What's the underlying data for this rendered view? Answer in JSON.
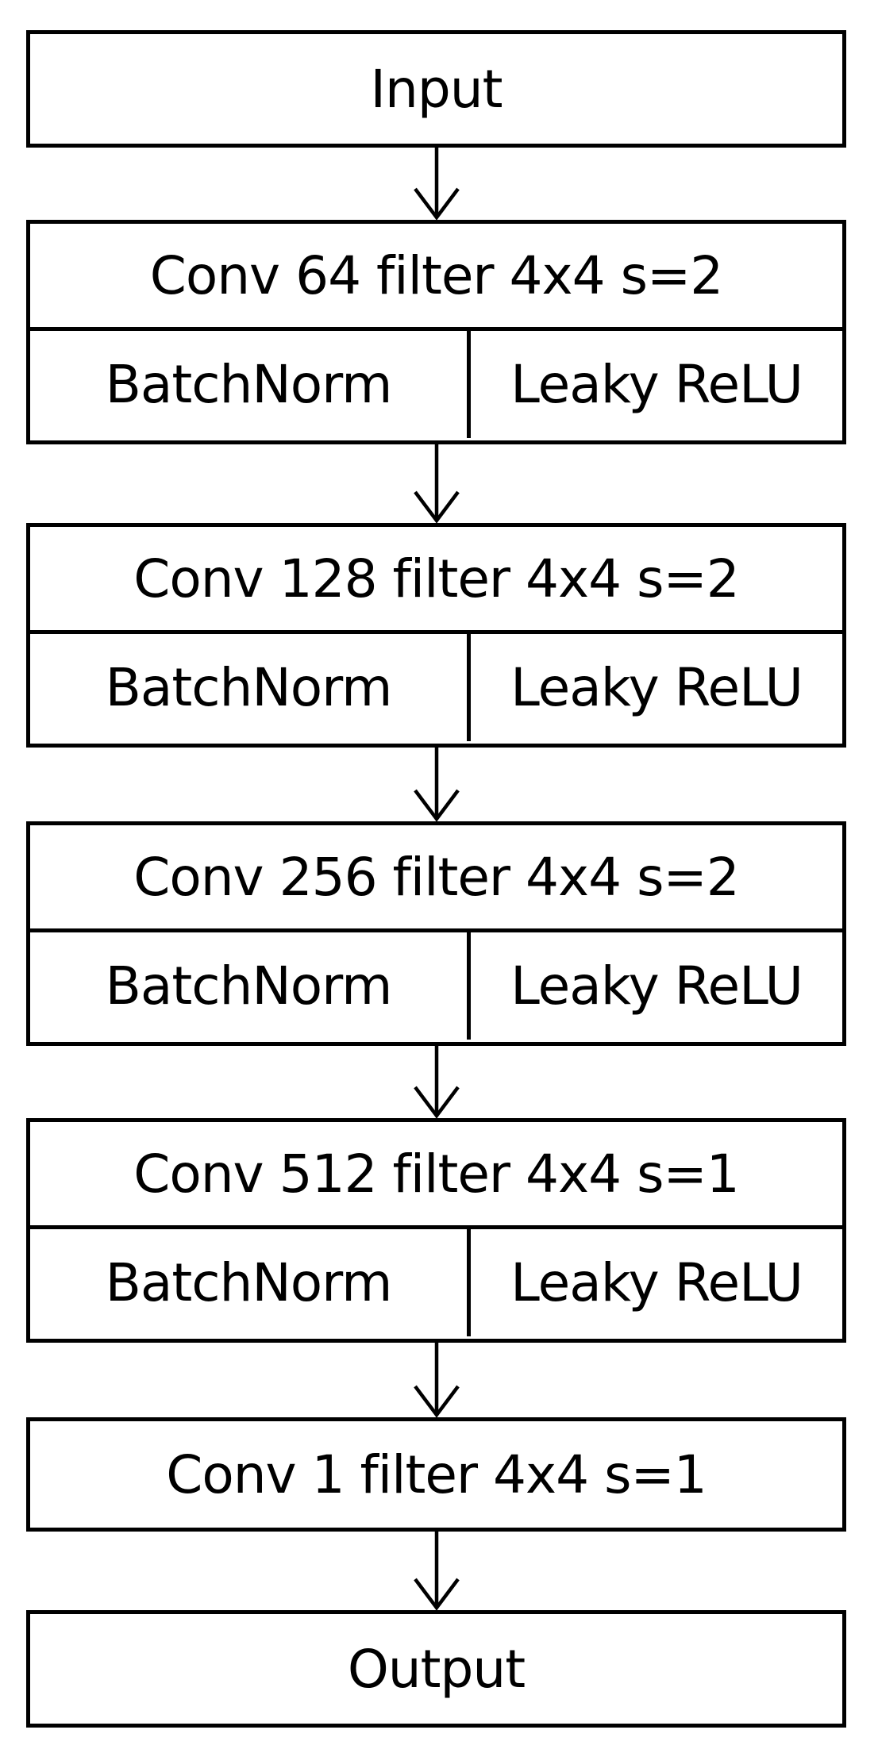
{
  "diagram": {
    "input": "Input",
    "output": "Output",
    "stages": [
      {
        "title": "Conv 64 filter 4x4 s=2",
        "left": "BatchNorm",
        "right": "Leaky ReLU"
      },
      {
        "title": "Conv 128 filter 4x4 s=2",
        "left": "BatchNorm",
        "right": "Leaky ReLU"
      },
      {
        "title": "Conv 256 filter 4x4 s=2",
        "left": "BatchNorm",
        "right": "Leaky ReLU"
      },
      {
        "title": "Conv 512 filter 4x4 s=1",
        "left": "BatchNorm",
        "right": "Leaky ReLU"
      }
    ],
    "final_conv": "Conv 1 filter 4x4 s=1"
  }
}
